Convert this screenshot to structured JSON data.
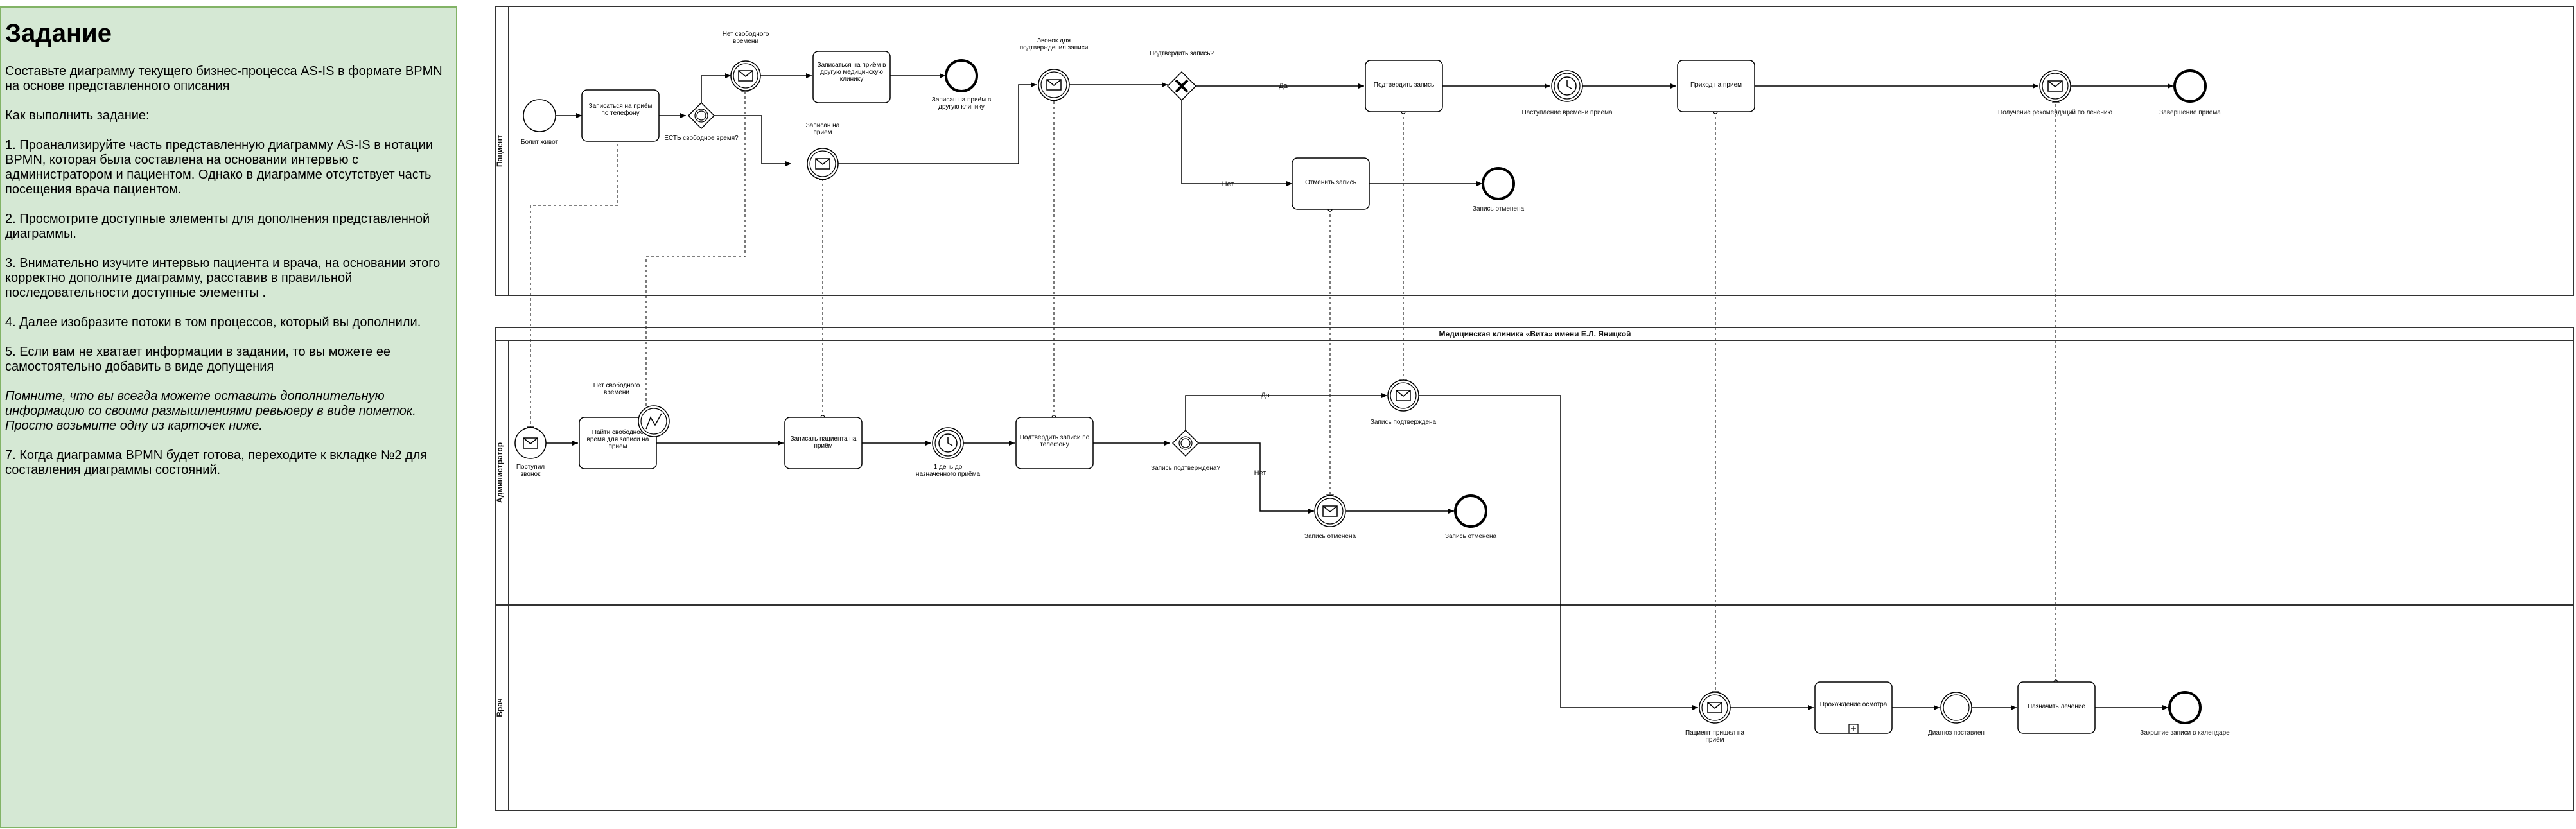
{
  "task": {
    "title": "Задание",
    "paragraphs": [
      "Составьте диаграмму текущего бизнес-процесса AS-IS в формате BPMN на основе представленного описания",
      "Как выполнить задание:",
      "1. Проанализируйте часть представленную диаграмму AS-IS в нотации BPMN, которая была составлена на основании интервью с администратором и пациентом. Однако в диаграмме отсутствует часть посещения врача пациентом.",
      "2. Просмотрите доступные элементы для дополнения представленной диаграммы.",
      "3. Внимательно изучите интервью пациента и врача, на основании этого корректно дополните диаграмму, расставив в правильной последовательности доступные элементы .",
      "4. Далее изобразите потоки в том процессов, который вы дополнили.",
      "5. Если вам не хватает информации в задании, то вы можете ее самостоятельно добавить в виде допущения",
      "Помните, что вы всегда можете оставить дополнительную информацию со своими размышлениями ревьюеру в виде пометок. Просто возьмите одну из карточек ниже.",
      "7. Когда диаграмма BPMN будет готова, переходите к вкладке №2 для составления диаграммы состояний."
    ]
  },
  "pools": {
    "patient": "Пациент",
    "clinic": "Медицинская клиника «Вита» имени Е.Л. Яницкой",
    "admin": "Администратор",
    "doctor": "Врач"
  },
  "patient_lane": {
    "start": "Болит живот",
    "task_phone": "Записаться на приём по телефону",
    "gw_free": "ЕСТЬ свободное время?",
    "msg_no_time": "Нет свободного времени",
    "task_other_clinic": "Записаться на приём в другую медицинскую клинику",
    "end_other_clinic": "Записан на приём в другую клинику",
    "msg_booked": "Записан на приём",
    "msg_confirm_call": "Звонок для подтверждения записи",
    "gw_confirm": "Подтвердить запись?",
    "flow_yes": "Да",
    "flow_no": "Нет",
    "task_confirm": "Подтвердить запись",
    "timer_visit": "Наступление времени приема",
    "task_arrival": "Приход на прием",
    "msg_recommend": "Получение рекомендаций по лечению",
    "end_visit": "Завершение приема",
    "task_cancel": "Отменить запись",
    "end_cancel": "Запись отменена"
  },
  "admin_lane": {
    "start_call": "Поступил звонок",
    "msg_no_time": "Нет свободного времени",
    "task_find": "Найти свободное время для записи на приём",
    "task_book": "Записать пациента на приём",
    "timer_day": "1 день до назначенного приёма",
    "task_confirm_phone": "Подтвердить записи по телефону",
    "gw_confirmed": "Запись подтверждена?",
    "flow_yes": "Да",
    "flow_no": "Нет",
    "msg_confirmed": "Запись подтверждена",
    "msg_cancelled": "Запись отменена",
    "end_cancelled": "Запись отменена"
  },
  "doctor_lane": {
    "msg_arrived": "Пациент пришел на приём",
    "task_exam": "Прохождение осмотра",
    "event_diagnosis": "Диагноз поставлен",
    "task_treatment": "Назначить лечение",
    "end_calendar": "Закрытие записи в календаре"
  },
  "colors": {
    "panel_fill": "#d5e8d4",
    "panel_border": "#82b366",
    "line": "#000000",
    "pool_border": "#333333"
  }
}
